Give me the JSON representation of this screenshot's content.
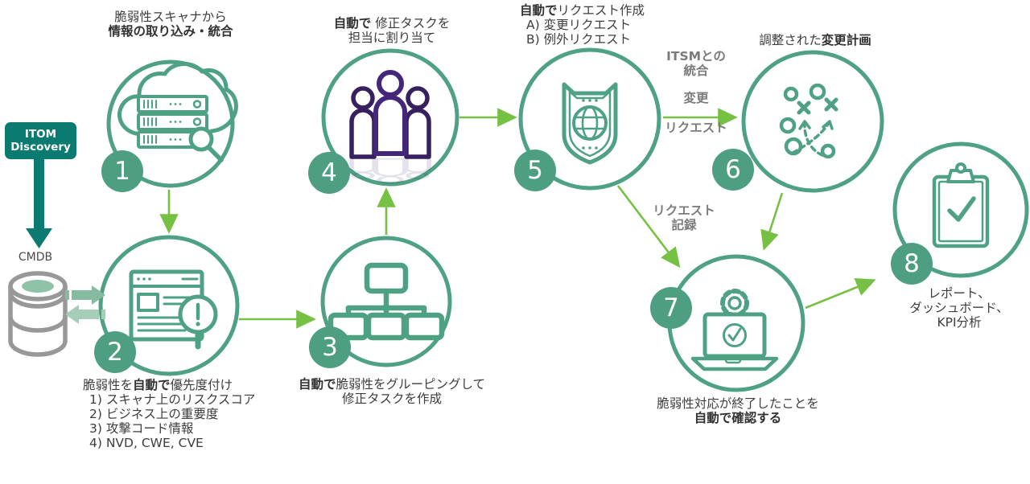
{
  "colors": {
    "circle_green": "#4FA184",
    "badge_green": "#4E9F82",
    "arrow_green": "#76C043",
    "teal": "#0B7B72",
    "sage_arrow_dark": "#85BB9E",
    "sage_arrow_light": "#A6CDB6",
    "database_gray": "#989898",
    "database_top_fill": "#8FC3A7",
    "people_purple_outer": "#372060",
    "people_purple_center": "#44277A",
    "text_dark": "#3D3D3D",
    "text_gray": "#7B7B7B"
  },
  "itom_box": {
    "line1": "ITOM",
    "line2": "Discovery"
  },
  "cmdb_label": "CMDB",
  "badges": [
    "1",
    "2",
    "3",
    "4",
    "5",
    "6",
    "7",
    "8"
  ],
  "captions": {
    "step1": {
      "line1": "脆弱性スキャナから",
      "line2": "情報の取り込み・統合"
    },
    "step2": {
      "line1_pre": "脆弱性を",
      "line1_bold": "自動で",
      "line1_post": "優先度付け",
      "item1": "1) スキャナ上のリスクスコア",
      "item2": "2) ビジネス上の重要度",
      "item3": "3) 攻撃コード情報",
      "item4": "4) NVD, CWE, CVE"
    },
    "step3": {
      "line1_bold": "自動で",
      "line1_post": "脆弱性をグルーピングして",
      "line2": "修正タスクを作成"
    },
    "step4": {
      "line1_bold": "自動で",
      "line1_post": " 修正タスクを",
      "line2": "担当に割り当て"
    },
    "step5": {
      "line1_bold": "自動で",
      "line1_post": "リクエスト作成",
      "item1": "A) 変更リクエスト",
      "item2": "B) 例外リクエスト"
    },
    "step6": {
      "line1_pre": "調整された",
      "line1_bold": "変更計画"
    },
    "step7": {
      "line1": "脆弱性対応が終了したことを",
      "line2_bold": "自動で確認する"
    },
    "step8": {
      "line1": "レポート、",
      "line2": "ダッシュボード、",
      "line3": "KPI分析"
    }
  },
  "edge_labels": {
    "itsm_integration": {
      "line1": "ITSMとの",
      "line2": "統合"
    },
    "change_request": {
      "line1": "変更",
      "line2": "リクエスト"
    },
    "request_record": {
      "line1": "リクエスト",
      "line2": "記録"
    }
  },
  "icons": {
    "step1": "cloud-servers-scan-icon",
    "step2": "browser-vulnerability-scan-icon",
    "step3": "hierarchy-grouping-icon",
    "step4": "team-people-icon",
    "step5": "shield-globe-icon",
    "step6": "strategy-plan-icon",
    "step7": "laptop-gear-check-icon",
    "step8": "clipboard-check-icon",
    "side": "database-icon"
  }
}
